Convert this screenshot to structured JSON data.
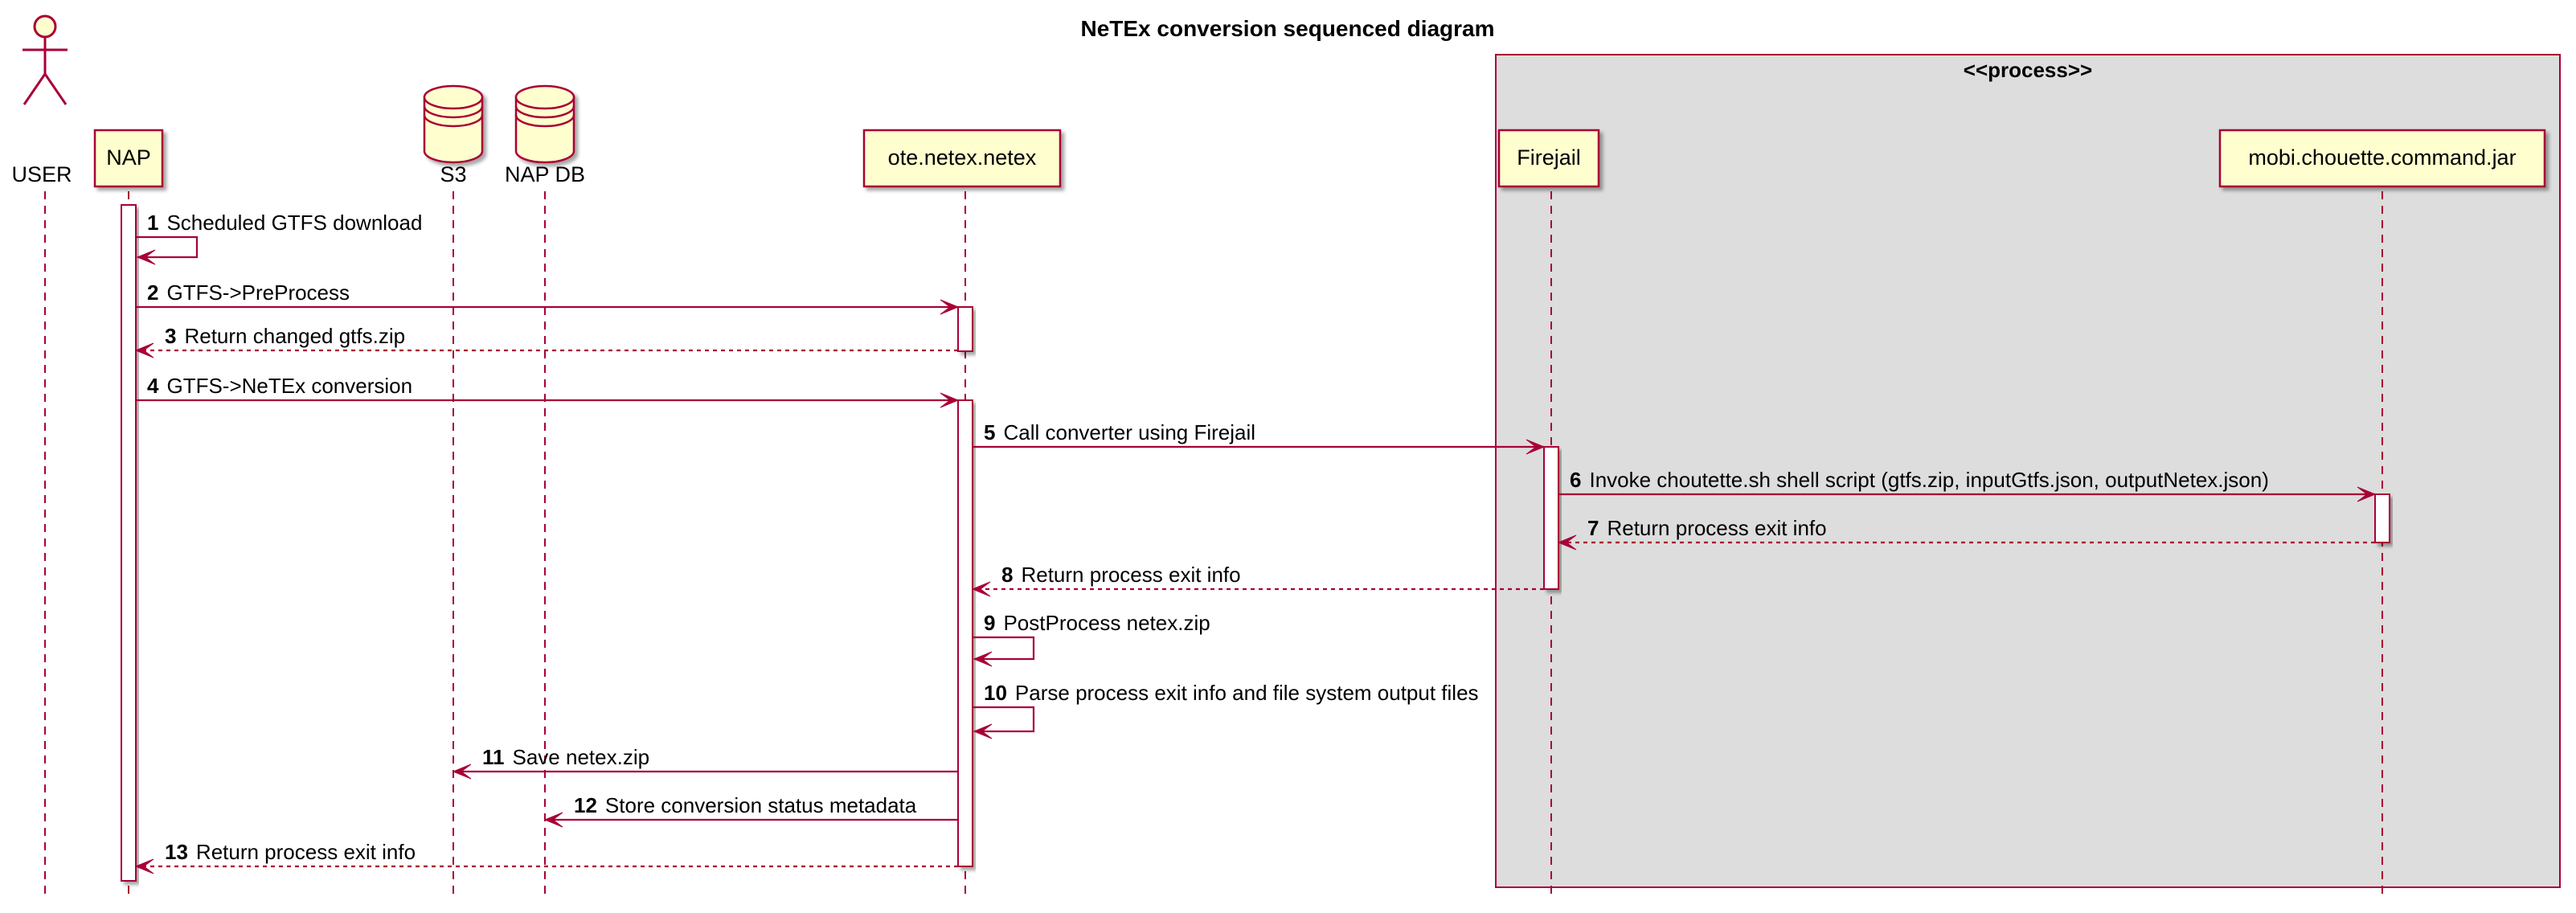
{
  "title": "NeTEx conversion sequenced diagram",
  "group_label": "<<process>>",
  "colors": {
    "line": "#a80036",
    "participant_fill": "#fefece",
    "group_fill": "#dddddd",
    "text": "#000000"
  },
  "participants": [
    {
      "id": "user",
      "label": "USER",
      "kind": "actor",
      "icon": "actor-icon"
    },
    {
      "id": "nap",
      "label": "NAP",
      "kind": "box"
    },
    {
      "id": "s3",
      "label": "S3",
      "kind": "database",
      "icon": "database-icon"
    },
    {
      "id": "napdb",
      "label": "NAP DB",
      "kind": "database",
      "icon": "database-icon"
    },
    {
      "id": "ote",
      "label": "ote.netex.netex",
      "kind": "box"
    },
    {
      "id": "firejail",
      "label": "Firejail",
      "kind": "box"
    },
    {
      "id": "chouette",
      "label": "mobi.chouette.command.jar",
      "kind": "box"
    }
  ],
  "messages": [
    {
      "num": "1",
      "text": "Scheduled GTFS download",
      "from": "nap",
      "to": "nap",
      "style": "solid"
    },
    {
      "num": "2",
      "text": "GTFS->PreProcess",
      "from": "nap",
      "to": "ote",
      "style": "solid"
    },
    {
      "num": "3",
      "text": "Return changed gtfs.zip",
      "from": "ote",
      "to": "nap",
      "style": "dashed"
    },
    {
      "num": "4",
      "text": "GTFS->NeTEx conversion",
      "from": "nap",
      "to": "ote",
      "style": "solid"
    },
    {
      "num": "5",
      "text": "Call converter using Firejail",
      "from": "ote",
      "to": "firejail",
      "style": "solid"
    },
    {
      "num": "6",
      "text": "Invoke choutette.sh shell script (gtfs.zip, inputGtfs.json, outputNetex.json)",
      "from": "firejail",
      "to": "chouette",
      "style": "solid"
    },
    {
      "num": "7",
      "text": "Return process exit info",
      "from": "chouette",
      "to": "firejail",
      "style": "dashed"
    },
    {
      "num": "8",
      "text": "Return process exit info",
      "from": "firejail",
      "to": "ote",
      "style": "dashed"
    },
    {
      "num": "9",
      "text": "PostProcess netex.zip",
      "from": "ote",
      "to": "ote",
      "style": "solid"
    },
    {
      "num": "10",
      "text": "Parse process exit info and file system output files",
      "from": "ote",
      "to": "ote",
      "style": "solid"
    },
    {
      "num": "11",
      "text": "Save netex.zip",
      "from": "ote",
      "to": "s3",
      "style": "solid"
    },
    {
      "num": "12",
      "text": "Store conversion status metadata",
      "from": "ote",
      "to": "napdb",
      "style": "solid"
    },
    {
      "num": "13",
      "text": "Return process exit info",
      "from": "ote",
      "to": "nap",
      "style": "dashed"
    }
  ]
}
